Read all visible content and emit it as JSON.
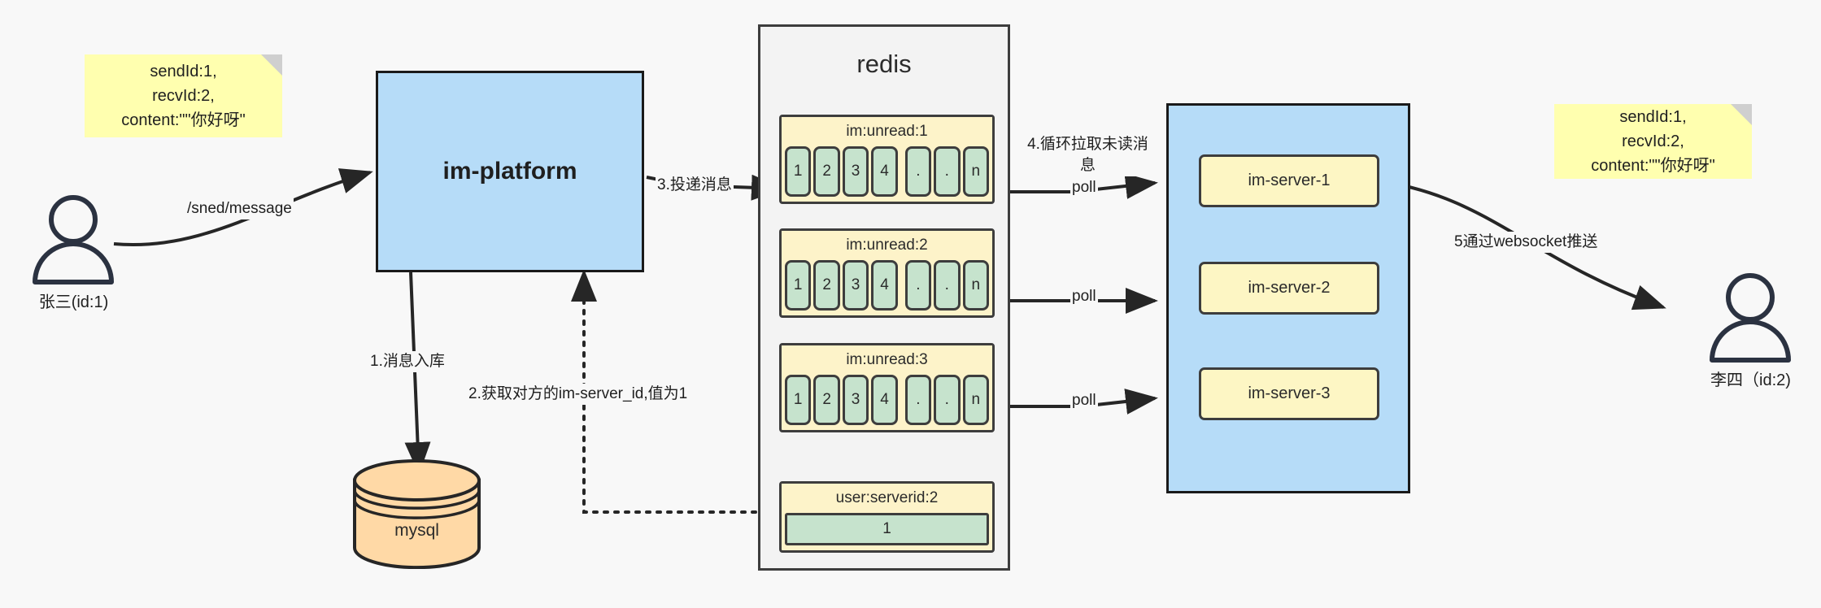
{
  "diagram": {
    "title": "IM message delivery architecture",
    "colors": {
      "background": "#f8f8f8",
      "note_yellow": "#ffffaf",
      "box_blue": "#b6dcf8",
      "key_yellow": "#fdf3c9",
      "cell_green": "#c6e3cd",
      "server_yellow": "#fdf6c4",
      "db_orange": "#ffd9a6",
      "stroke": "#3d3d3d"
    }
  },
  "notes": {
    "left": "sendId:1,\nrecvId:2,\ncontent:\"\"你好呀\"",
    "right": "sendId:1,\nrecvId:2,\ncontent:\"\"你好呀\""
  },
  "actors": {
    "sender": {
      "icon": "person-icon",
      "label": "张三(id:1)"
    },
    "receiver": {
      "icon": "person-icon",
      "label": "李四（id:2)"
    }
  },
  "platform": {
    "label": "im-platform"
  },
  "database": {
    "label": "mysql",
    "icon": "database-cylinder-icon"
  },
  "redis": {
    "title": "redis",
    "keys": [
      {
        "name": "im:unread:1",
        "cells": [
          "1",
          "2",
          "3",
          "4",
          ".",
          ".",
          "n"
        ]
      },
      {
        "name": "im:unread:2",
        "cells": [
          "1",
          "2",
          "3",
          "4",
          ".",
          ".",
          "n"
        ]
      },
      {
        "name": "im:unread:3",
        "cells": [
          "1",
          "2",
          "3",
          "4",
          ".",
          ".",
          "n"
        ]
      }
    ],
    "serverid_key": {
      "name": "user:serverid:2",
      "value": "1"
    }
  },
  "cluster": {
    "servers": [
      {
        "label": "im-server-1"
      },
      {
        "label": "im-server-2"
      },
      {
        "label": "im-server-3"
      }
    ]
  },
  "edges": {
    "send_message": "/sned/message",
    "step1": "1.消息入库",
    "step2": "2.获取对方的im-server_id,值为1",
    "step3": "3.投递消息",
    "step4": "4.循环拉取未读消\n息",
    "step5": "5通过websocket推送",
    "poll1": "poll",
    "poll2": "poll",
    "poll3": "poll"
  }
}
